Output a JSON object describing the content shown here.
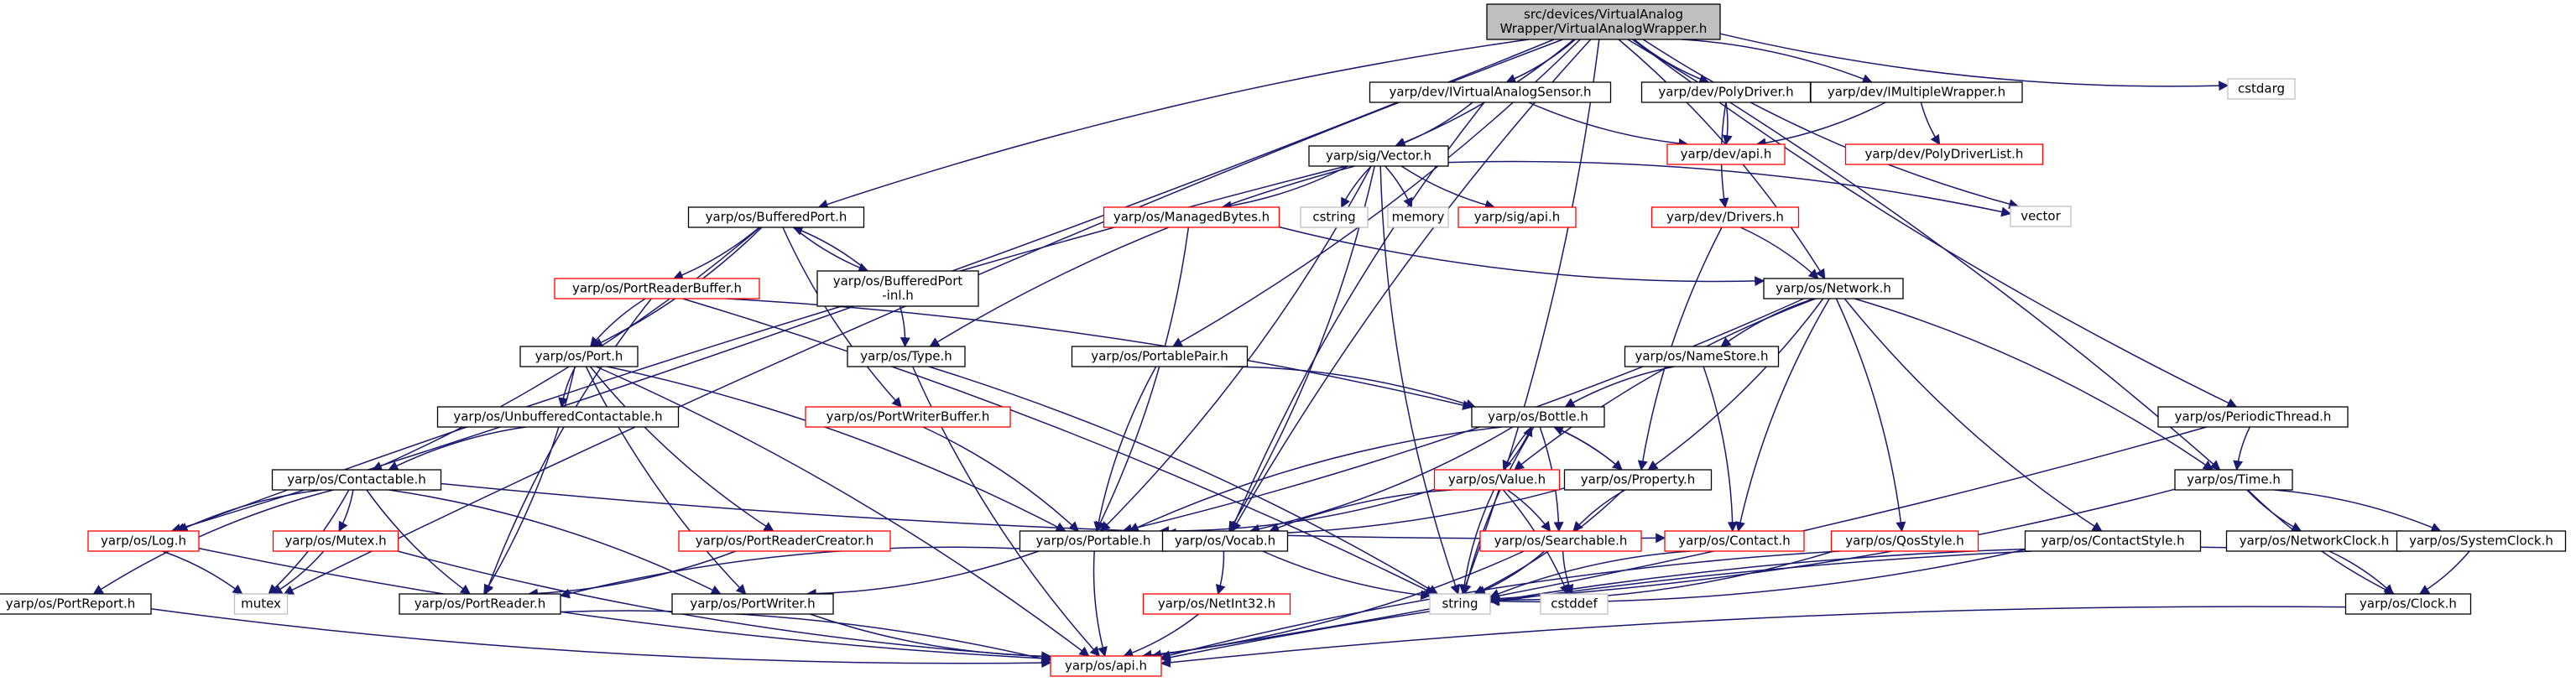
{
  "colors": {
    "edge": "#191970",
    "border_normal": "#000000",
    "border_red": "#ff0000",
    "border_gray": "#bfbfbf",
    "root_fill": "#bfbfbf",
    "node_fill": "#ffffff"
  },
  "nodes": [
    {
      "id": "root",
      "lines": [
        "src/devices/VirtualAnalog",
        "Wrapper/VirtualAnalogWrapper.h"
      ],
      "kind": "root"
    },
    {
      "id": "iVirtualAnalogSensor",
      "lines": [
        "yarp/dev/IVirtualAnalogSensor.h"
      ],
      "kind": "normal"
    },
    {
      "id": "polyDriver",
      "lines": [
        "yarp/dev/PolyDriver.h"
      ],
      "kind": "normal"
    },
    {
      "id": "iMultipleWrapper",
      "lines": [
        "yarp/dev/IMultipleWrapper.h"
      ],
      "kind": "normal"
    },
    {
      "id": "cstdarg",
      "lines": [
        "cstdarg"
      ],
      "kind": "gray"
    },
    {
      "id": "devApi",
      "lines": [
        "yarp/dev/api.h"
      ],
      "kind": "red"
    },
    {
      "id": "polyDriverList",
      "lines": [
        "yarp/dev/PolyDriverList.h"
      ],
      "kind": "red"
    },
    {
      "id": "sigVector",
      "lines": [
        "yarp/sig/Vector.h"
      ],
      "kind": "normal"
    },
    {
      "id": "vector",
      "lines": [
        "vector"
      ],
      "kind": "gray"
    },
    {
      "id": "bufferedPort",
      "lines": [
        "yarp/os/BufferedPort.h"
      ],
      "kind": "normal"
    },
    {
      "id": "managedBytes",
      "lines": [
        "yarp/os/ManagedBytes.h"
      ],
      "kind": "red"
    },
    {
      "id": "cstring",
      "lines": [
        "cstring"
      ],
      "kind": "gray"
    },
    {
      "id": "memory",
      "lines": [
        "memory"
      ],
      "kind": "gray"
    },
    {
      "id": "sigApi",
      "lines": [
        "yarp/sig/api.h"
      ],
      "kind": "red"
    },
    {
      "id": "drivers",
      "lines": [
        "yarp/dev/Drivers.h"
      ],
      "kind": "red"
    },
    {
      "id": "portReaderBuffer",
      "lines": [
        "yarp/os/PortReaderBuffer.h"
      ],
      "kind": "red"
    },
    {
      "id": "bufferedPortInl",
      "lines": [
        "yarp/os/BufferedPort",
        "-inl.h"
      ],
      "kind": "normal"
    },
    {
      "id": "network",
      "lines": [
        "yarp/os/Network.h"
      ],
      "kind": "normal"
    },
    {
      "id": "port",
      "lines": [
        "yarp/os/Port.h"
      ],
      "kind": "normal"
    },
    {
      "id": "type",
      "lines": [
        "yarp/os/Type.h"
      ],
      "kind": "normal"
    },
    {
      "id": "portablePair",
      "lines": [
        "yarp/os/PortablePair.h"
      ],
      "kind": "normal"
    },
    {
      "id": "nameStore",
      "lines": [
        "yarp/os/NameStore.h"
      ],
      "kind": "normal"
    },
    {
      "id": "unbufferedContactable",
      "lines": [
        "yarp/os/UnbufferedContactable.h"
      ],
      "kind": "normal"
    },
    {
      "id": "portWriterBuffer",
      "lines": [
        "yarp/os/PortWriterBuffer.h"
      ],
      "kind": "red"
    },
    {
      "id": "bottle",
      "lines": [
        "yarp/os/Bottle.h"
      ],
      "kind": "normal"
    },
    {
      "id": "periodicThread",
      "lines": [
        "yarp/os/PeriodicThread.h"
      ],
      "kind": "normal"
    },
    {
      "id": "contactable",
      "lines": [
        "yarp/os/Contactable.h"
      ],
      "kind": "normal"
    },
    {
      "id": "value",
      "lines": [
        "yarp/os/Value.h"
      ],
      "kind": "red"
    },
    {
      "id": "property",
      "lines": [
        "yarp/os/Property.h"
      ],
      "kind": "normal"
    },
    {
      "id": "time",
      "lines": [
        "yarp/os/Time.h"
      ],
      "kind": "normal"
    },
    {
      "id": "log",
      "lines": [
        "yarp/os/Log.h"
      ],
      "kind": "red"
    },
    {
      "id": "mutex",
      "lines": [
        "yarp/os/Mutex.h"
      ],
      "kind": "red"
    },
    {
      "id": "portReaderCreator",
      "lines": [
        "yarp/os/PortReaderCreator.h"
      ],
      "kind": "red"
    },
    {
      "id": "portable",
      "lines": [
        "yarp/os/Portable.h"
      ],
      "kind": "normal"
    },
    {
      "id": "vocab",
      "lines": [
        "yarp/os/Vocab.h"
      ],
      "kind": "normal"
    },
    {
      "id": "searchable",
      "lines": [
        "yarp/os/Searchable.h"
      ],
      "kind": "red"
    },
    {
      "id": "contact",
      "lines": [
        "yarp/os/Contact.h"
      ],
      "kind": "red"
    },
    {
      "id": "qosStyle",
      "lines": [
        "yarp/os/QosStyle.h"
      ],
      "kind": "red"
    },
    {
      "id": "contactStyle",
      "lines": [
        "yarp/os/ContactStyle.h"
      ],
      "kind": "normal"
    },
    {
      "id": "networkClock",
      "lines": [
        "yarp/os/NetworkClock.h"
      ],
      "kind": "normal"
    },
    {
      "id": "systemClock",
      "lines": [
        "yarp/os/SystemClock.h"
      ],
      "kind": "normal"
    },
    {
      "id": "portReport",
      "lines": [
        "yarp/os/PortReport.h"
      ],
      "kind": "normal"
    },
    {
      "id": "mutexStd",
      "lines": [
        "mutex"
      ],
      "kind": "gray"
    },
    {
      "id": "portReader",
      "lines": [
        "yarp/os/PortReader.h"
      ],
      "kind": "normal"
    },
    {
      "id": "portWriter",
      "lines": [
        "yarp/os/PortWriter.h"
      ],
      "kind": "normal"
    },
    {
      "id": "netInt32",
      "lines": [
        "yarp/os/NetInt32.h"
      ],
      "kind": "red"
    },
    {
      "id": "string",
      "lines": [
        "string"
      ],
      "kind": "gray"
    },
    {
      "id": "cstddef",
      "lines": [
        "cstddef"
      ],
      "kind": "gray"
    },
    {
      "id": "clock",
      "lines": [
        "yarp/os/Clock.h"
      ],
      "kind": "normal"
    },
    {
      "id": "osApi",
      "lines": [
        "yarp/os/api.h"
      ],
      "kind": "red"
    }
  ],
  "edges": [
    [
      "root",
      "iVirtualAnalogSensor"
    ],
    [
      "root",
      "polyDriver"
    ],
    [
      "root",
      "iMultipleWrapper"
    ],
    [
      "root",
      "cstdarg"
    ],
    [
      "root",
      "sigVector"
    ],
    [
      "root",
      "bufferedPort"
    ],
    [
      "root",
      "portablePair"
    ],
    [
      "root",
      "vector"
    ],
    [
      "root",
      "network"
    ],
    [
      "root",
      "periodicThread"
    ],
    [
      "root",
      "time"
    ],
    [
      "root",
      "vocab"
    ],
    [
      "root",
      "log"
    ],
    [
      "root",
      "mutexStd"
    ],
    [
      "root",
      "string"
    ],
    [
      "iVirtualAnalogSensor",
      "devApi"
    ],
    [
      "iVirtualAnalogSensor",
      "sigVector"
    ],
    [
      "iVirtualAnalogSensor",
      "vocab"
    ],
    [
      "polyDriver",
      "devApi"
    ],
    [
      "polyDriver",
      "drivers"
    ],
    [
      "iMultipleWrapper",
      "devApi"
    ],
    [
      "iMultipleWrapper",
      "polyDriverList"
    ],
    [
      "sigVector",
      "managedBytes"
    ],
    [
      "sigVector",
      "cstring"
    ],
    [
      "sigVector",
      "memory"
    ],
    [
      "sigVector",
      "sigApi"
    ],
    [
      "sigVector",
      "vector"
    ],
    [
      "sigVector",
      "type"
    ],
    [
      "sigVector",
      "portable"
    ],
    [
      "sigVector",
      "string"
    ],
    [
      "sigVector",
      "vocab"
    ],
    [
      "sigVector",
      "log"
    ],
    [
      "managedBytes",
      "portable"
    ],
    [
      "managedBytes",
      "network"
    ],
    [
      "drivers",
      "network"
    ],
    [
      "drivers",
      "property"
    ],
    [
      "bufferedPort",
      "portReaderBuffer"
    ],
    [
      "bufferedPort",
      "bufferedPortInl"
    ],
    [
      "bufferedPort",
      "port"
    ],
    [
      "bufferedPort",
      "portWriterBuffer"
    ],
    [
      "bufferedPort",
      "contactable"
    ],
    [
      "bufferedPortInl",
      "bufferedPort"
    ],
    [
      "bufferedPortInl",
      "type"
    ],
    [
      "portReaderBuffer",
      "port"
    ],
    [
      "portReaderBuffer",
      "bottle"
    ],
    [
      "portReaderBuffer",
      "portReader"
    ],
    [
      "portReaderBuffer",
      "string"
    ],
    [
      "network",
      "nameStore"
    ],
    [
      "network",
      "portable"
    ],
    [
      "network",
      "value"
    ],
    [
      "network",
      "property"
    ],
    [
      "network",
      "contact"
    ],
    [
      "network",
      "qosStyle"
    ],
    [
      "network",
      "contactStyle"
    ],
    [
      "network",
      "time"
    ],
    [
      "port",
      "unbufferedContactable"
    ],
    [
      "port",
      "portable"
    ],
    [
      "port",
      "portReaderCreator"
    ],
    [
      "port",
      "portReader"
    ],
    [
      "port",
      "portWriter"
    ],
    [
      "port",
      "osApi"
    ],
    [
      "type",
      "osApi"
    ],
    [
      "type",
      "string"
    ],
    [
      "portablePair",
      "portable"
    ],
    [
      "portablePair",
      "bottle"
    ],
    [
      "nameStore",
      "bottle"
    ],
    [
      "nameStore",
      "contact"
    ],
    [
      "unbufferedContactable",
      "contactable"
    ],
    [
      "portWriterBuffer",
      "portable"
    ],
    [
      "bottle",
      "value"
    ],
    [
      "bottle",
      "property"
    ],
    [
      "bottle",
      "portable"
    ],
    [
      "bottle",
      "vocab"
    ],
    [
      "bottle",
      "string"
    ],
    [
      "bottle",
      "searchable"
    ],
    [
      "value",
      "bottle"
    ],
    [
      "value",
      "portable"
    ],
    [
      "value",
      "vocab"
    ],
    [
      "value",
      "searchable"
    ],
    [
      "value",
      "string"
    ],
    [
      "value",
      "cstddef"
    ],
    [
      "property",
      "bottle"
    ],
    [
      "property",
      "portable"
    ],
    [
      "property",
      "searchable"
    ],
    [
      "property",
      "string"
    ],
    [
      "periodicThread",
      "time"
    ],
    [
      "periodicThread",
      "osApi"
    ],
    [
      "time",
      "networkClock"
    ],
    [
      "time",
      "systemClock"
    ],
    [
      "time",
      "clock"
    ],
    [
      "time",
      "string"
    ],
    [
      "contactable",
      "log"
    ],
    [
      "contactable",
      "mutex"
    ],
    [
      "contactable",
      "portReport"
    ],
    [
      "contactable",
      "mutexStd"
    ],
    [
      "contactable",
      "portReader"
    ],
    [
      "contactable",
      "portWriter"
    ],
    [
      "contactable",
      "contact"
    ],
    [
      "log",
      "mutexStd"
    ],
    [
      "log",
      "osApi"
    ],
    [
      "mutex",
      "mutexStd"
    ],
    [
      "mutex",
      "osApi"
    ],
    [
      "portReaderCreator",
      "portReader"
    ],
    [
      "portable",
      "portReader"
    ],
    [
      "portable",
      "portWriter"
    ],
    [
      "portable",
      "osApi"
    ],
    [
      "vocab",
      "netInt32"
    ],
    [
      "vocab",
      "string"
    ],
    [
      "searchable",
      "string"
    ],
    [
      "searchable",
      "cstddef"
    ],
    [
      "searchable",
      "osApi"
    ],
    [
      "contact",
      "string"
    ],
    [
      "qosStyle",
      "string"
    ],
    [
      "qosStyle",
      "osApi"
    ],
    [
      "contactStyle",
      "string"
    ],
    [
      "contactStyle",
      "osApi"
    ],
    [
      "networkClock",
      "clock"
    ],
    [
      "networkClock",
      "string"
    ],
    [
      "systemClock",
      "clock"
    ],
    [
      "portReport",
      "osApi"
    ],
    [
      "portReader",
      "osApi"
    ],
    [
      "portWriter",
      "osApi"
    ],
    [
      "netInt32",
      "osApi"
    ],
    [
      "clock",
      "osApi"
    ]
  ]
}
